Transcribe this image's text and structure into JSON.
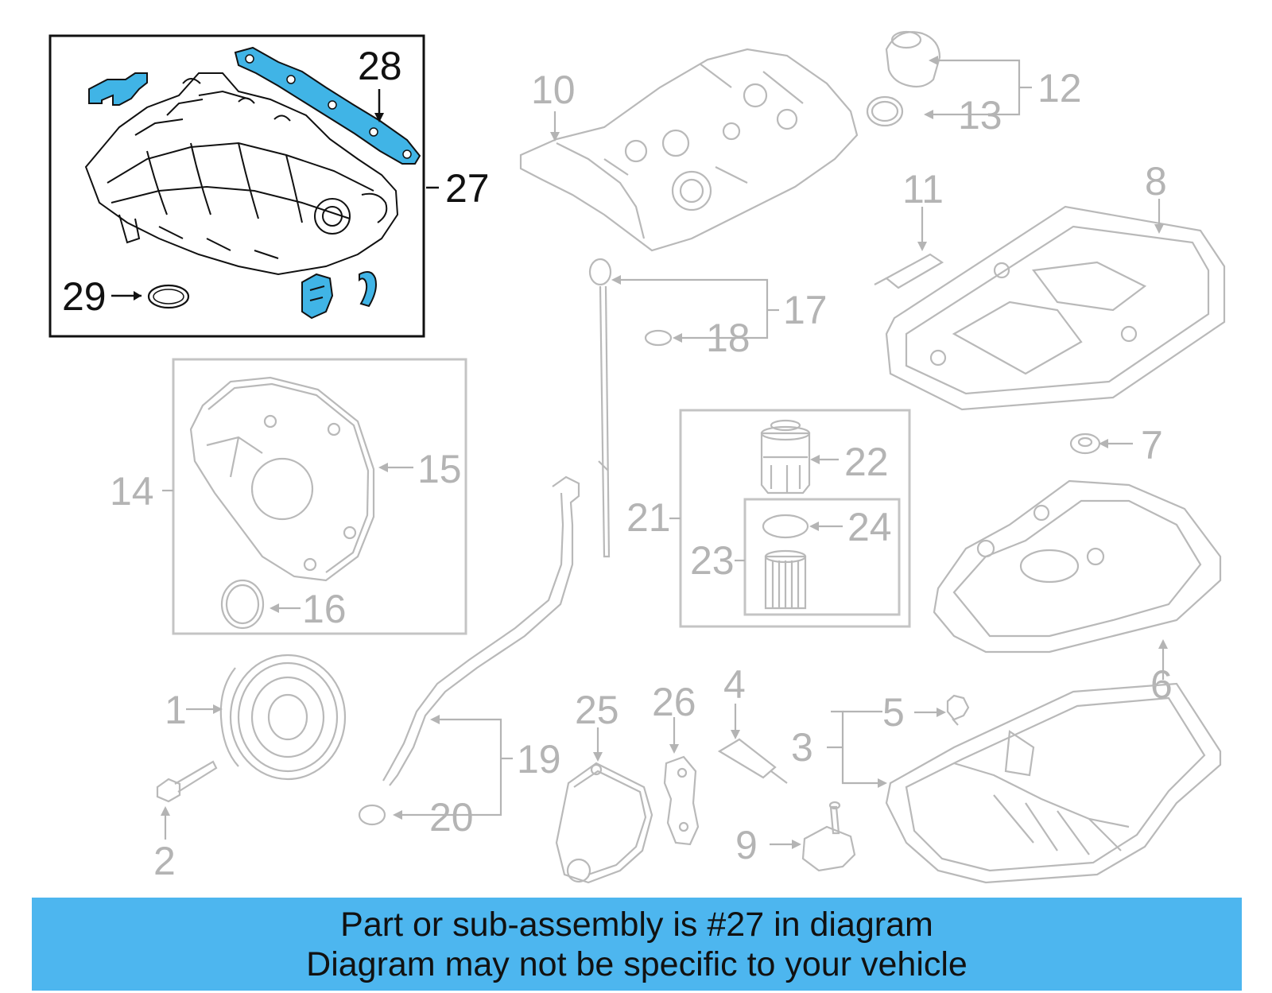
{
  "callouts": {
    "c1": "1",
    "c2": "2",
    "c3": "3",
    "c4": "4",
    "c5": "5",
    "c6": "6",
    "c7": "7",
    "c8": "8",
    "c9": "9",
    "c10": "10",
    "c11": "11",
    "c12": "12",
    "c13": "13",
    "c14": "14",
    "c15": "15",
    "c16": "16",
    "c17": "17",
    "c18": "18",
    "c19": "19",
    "c20": "20",
    "c21": "21",
    "c22": "22",
    "c23": "23",
    "c24": "24",
    "c25": "25",
    "c26": "26",
    "c27": "27",
    "c28": "28",
    "c29": "29"
  },
  "highlighted_part": "27",
  "colors": {
    "highlight": "#40b4e6",
    "banner": "#4db6ef",
    "inactive_lines": "#b4b4b4",
    "active_lines": "#111111"
  },
  "banner": {
    "line1": "Part or sub-assembly is #27 in diagram",
    "line2": "Diagram may not be specific to your vehicle"
  }
}
